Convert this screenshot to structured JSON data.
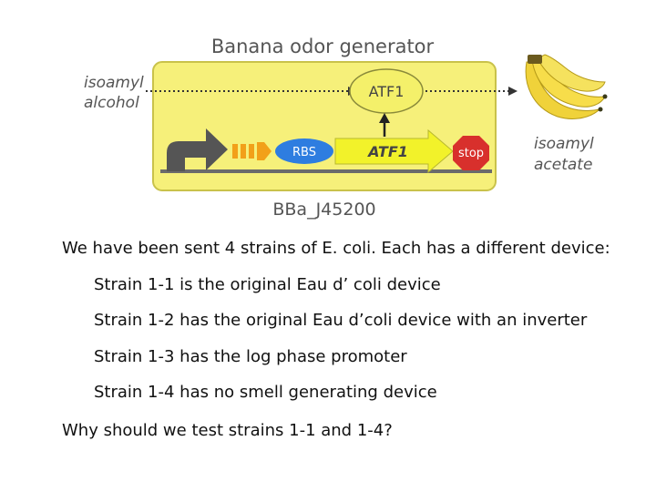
{
  "diagram": {
    "title": "Banana odor generator",
    "input_label_line1": "isoamyl",
    "input_label_line2": "alcohol",
    "output_label_line1": "isoamyl",
    "output_label_line2": "acetate",
    "enzyme_label": "ATF1",
    "rbs_label": "RBS",
    "gene_label": "ATF1",
    "stop_label": "stop",
    "part_id": "BBa_J45200",
    "colors": {
      "box_fill": "#f6f07a",
      "box_border": "#c9c24a",
      "promoter": "#555555",
      "orange_parts": "#f2a019",
      "rbs": "#2e7de0",
      "gene": "#f2f22a",
      "stop": "#d8302c",
      "enzyme": "#f4f06a"
    }
  },
  "slide": {
    "intro": "We have been sent 4 strains of E. coli. Each has a different device:",
    "strains": [
      "Strain 1-1 is the original Eau d’ coli device",
      "Strain 1-2 has the original Eau d’coli device with an inverter",
      "Strain 1-3 has the log phase promoter",
      "Strain 1-4 has no smell generating device"
    ],
    "question": "Why should we test strains 1-1 and 1-4?"
  }
}
